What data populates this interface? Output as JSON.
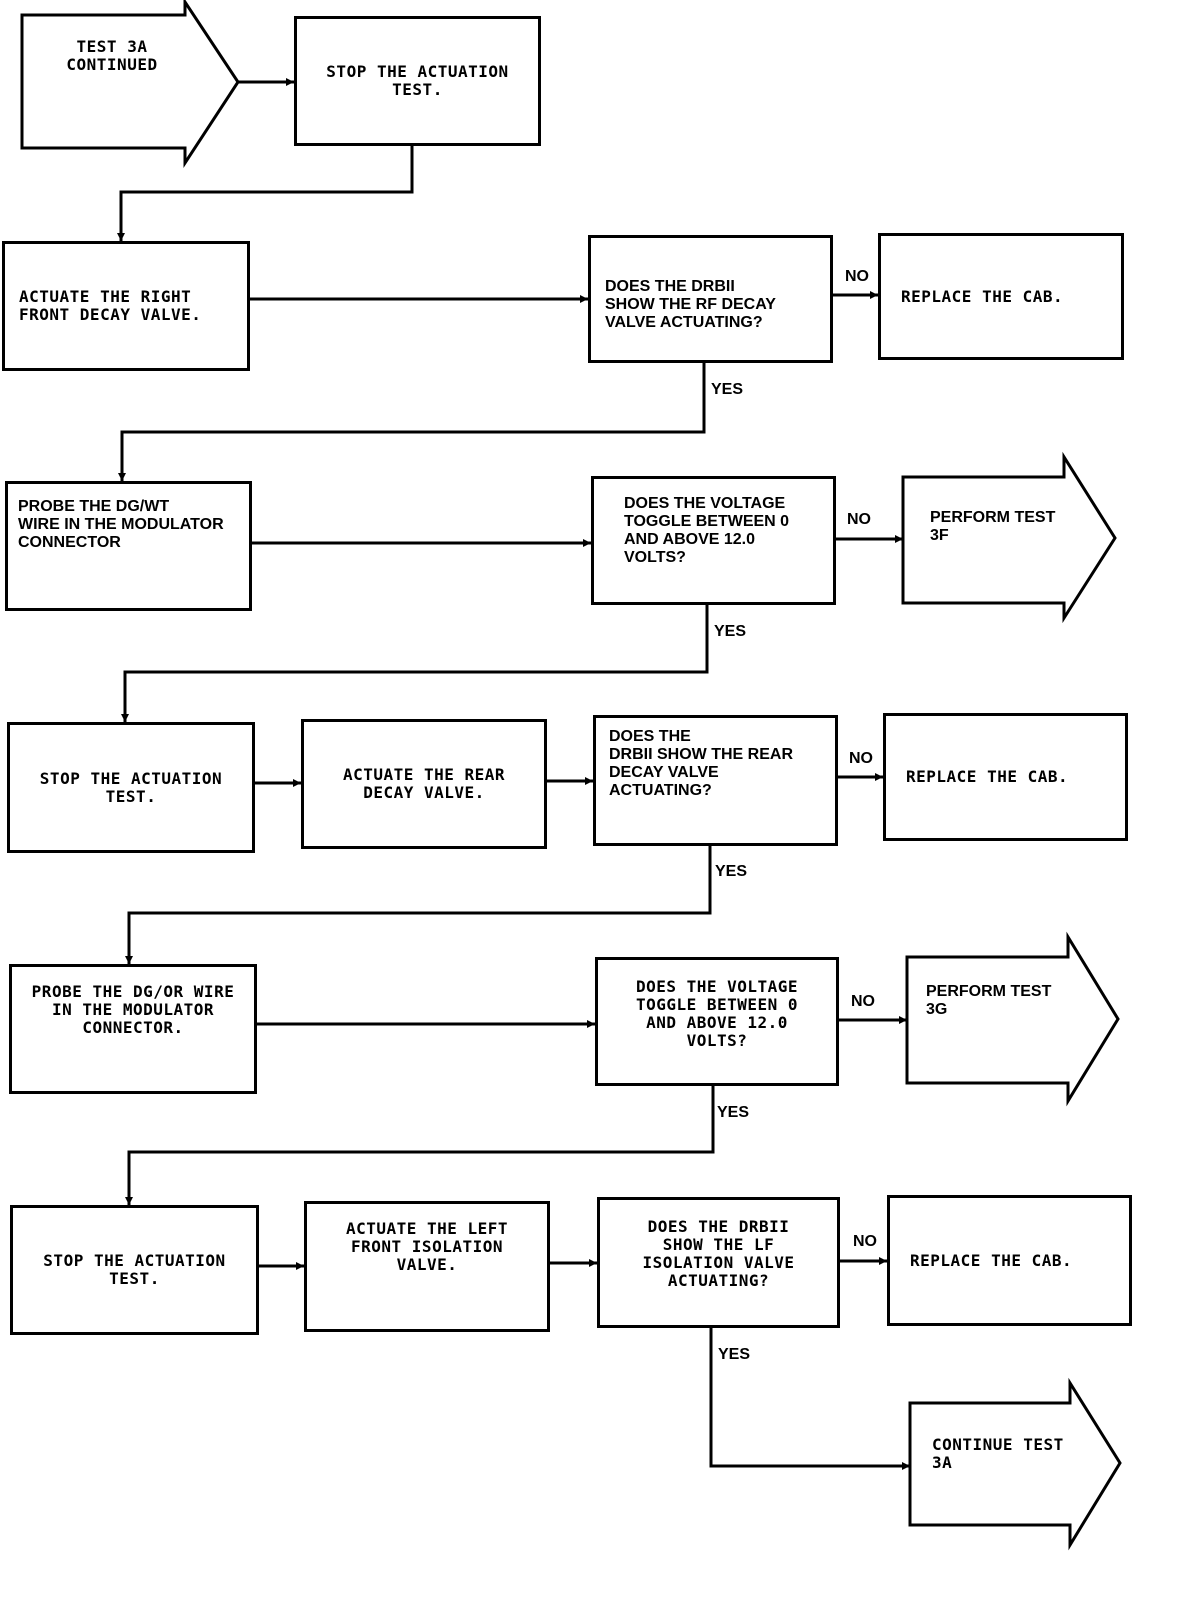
{
  "start": {
    "label": "TEST 3A\nCONTINUED"
  },
  "steps": {
    "stop1": "STOP THE ACTUATION\nTEST.",
    "actuate_rf": "ACTUATE THE RIGHT\nFRONT DECAY VALVE.",
    "q_rf": "DOES THE DRBII\nSHOW THE RF DECAY\nVALVE ACTUATING?",
    "replace1": "REPLACE THE CAB.",
    "probe_dgwt": "PROBE THE DG/WT\nWIRE IN THE MODULATOR\nCONNECTOR",
    "q_v1": "DOES THE VOLTAGE\nTOGGLE BETWEEN 0\nAND ABOVE 12.0\nVOLTS?",
    "perform_3f": "PERFORM TEST\n3F",
    "stop2": "STOP THE ACTUATION\nTEST.",
    "actuate_rear": "ACTUATE THE REAR\nDECAY VALVE.",
    "q_rear": "DOES THE\nDRBII SHOW THE REAR\nDECAY VALVE ACTUATING?",
    "replace2": "REPLACE THE CAB.",
    "probe_dgor": "PROBE THE DG/OR WIRE\nIN THE MODULATOR\nCONNECTOR.",
    "q_v2": "DOES THE VOLTAGE\nTOGGLE BETWEEN 0\nAND ABOVE 12.0\nVOLTS?",
    "perform_3g": "PERFORM TEST\n3G",
    "stop3": "STOP THE ACTUATION\nTEST.",
    "actuate_lf": "ACTUATE THE LEFT\nFRONT ISOLATION\nVALVE.",
    "q_lf": "DOES THE DRBII\nSHOW THE LF\nISOLATION VALVE\nACTUATING?",
    "replace3": "REPLACE THE CAB.",
    "continue_3a": "CONTINUE TEST\n3A"
  },
  "labels": {
    "yes": "YES",
    "no": "NO"
  }
}
